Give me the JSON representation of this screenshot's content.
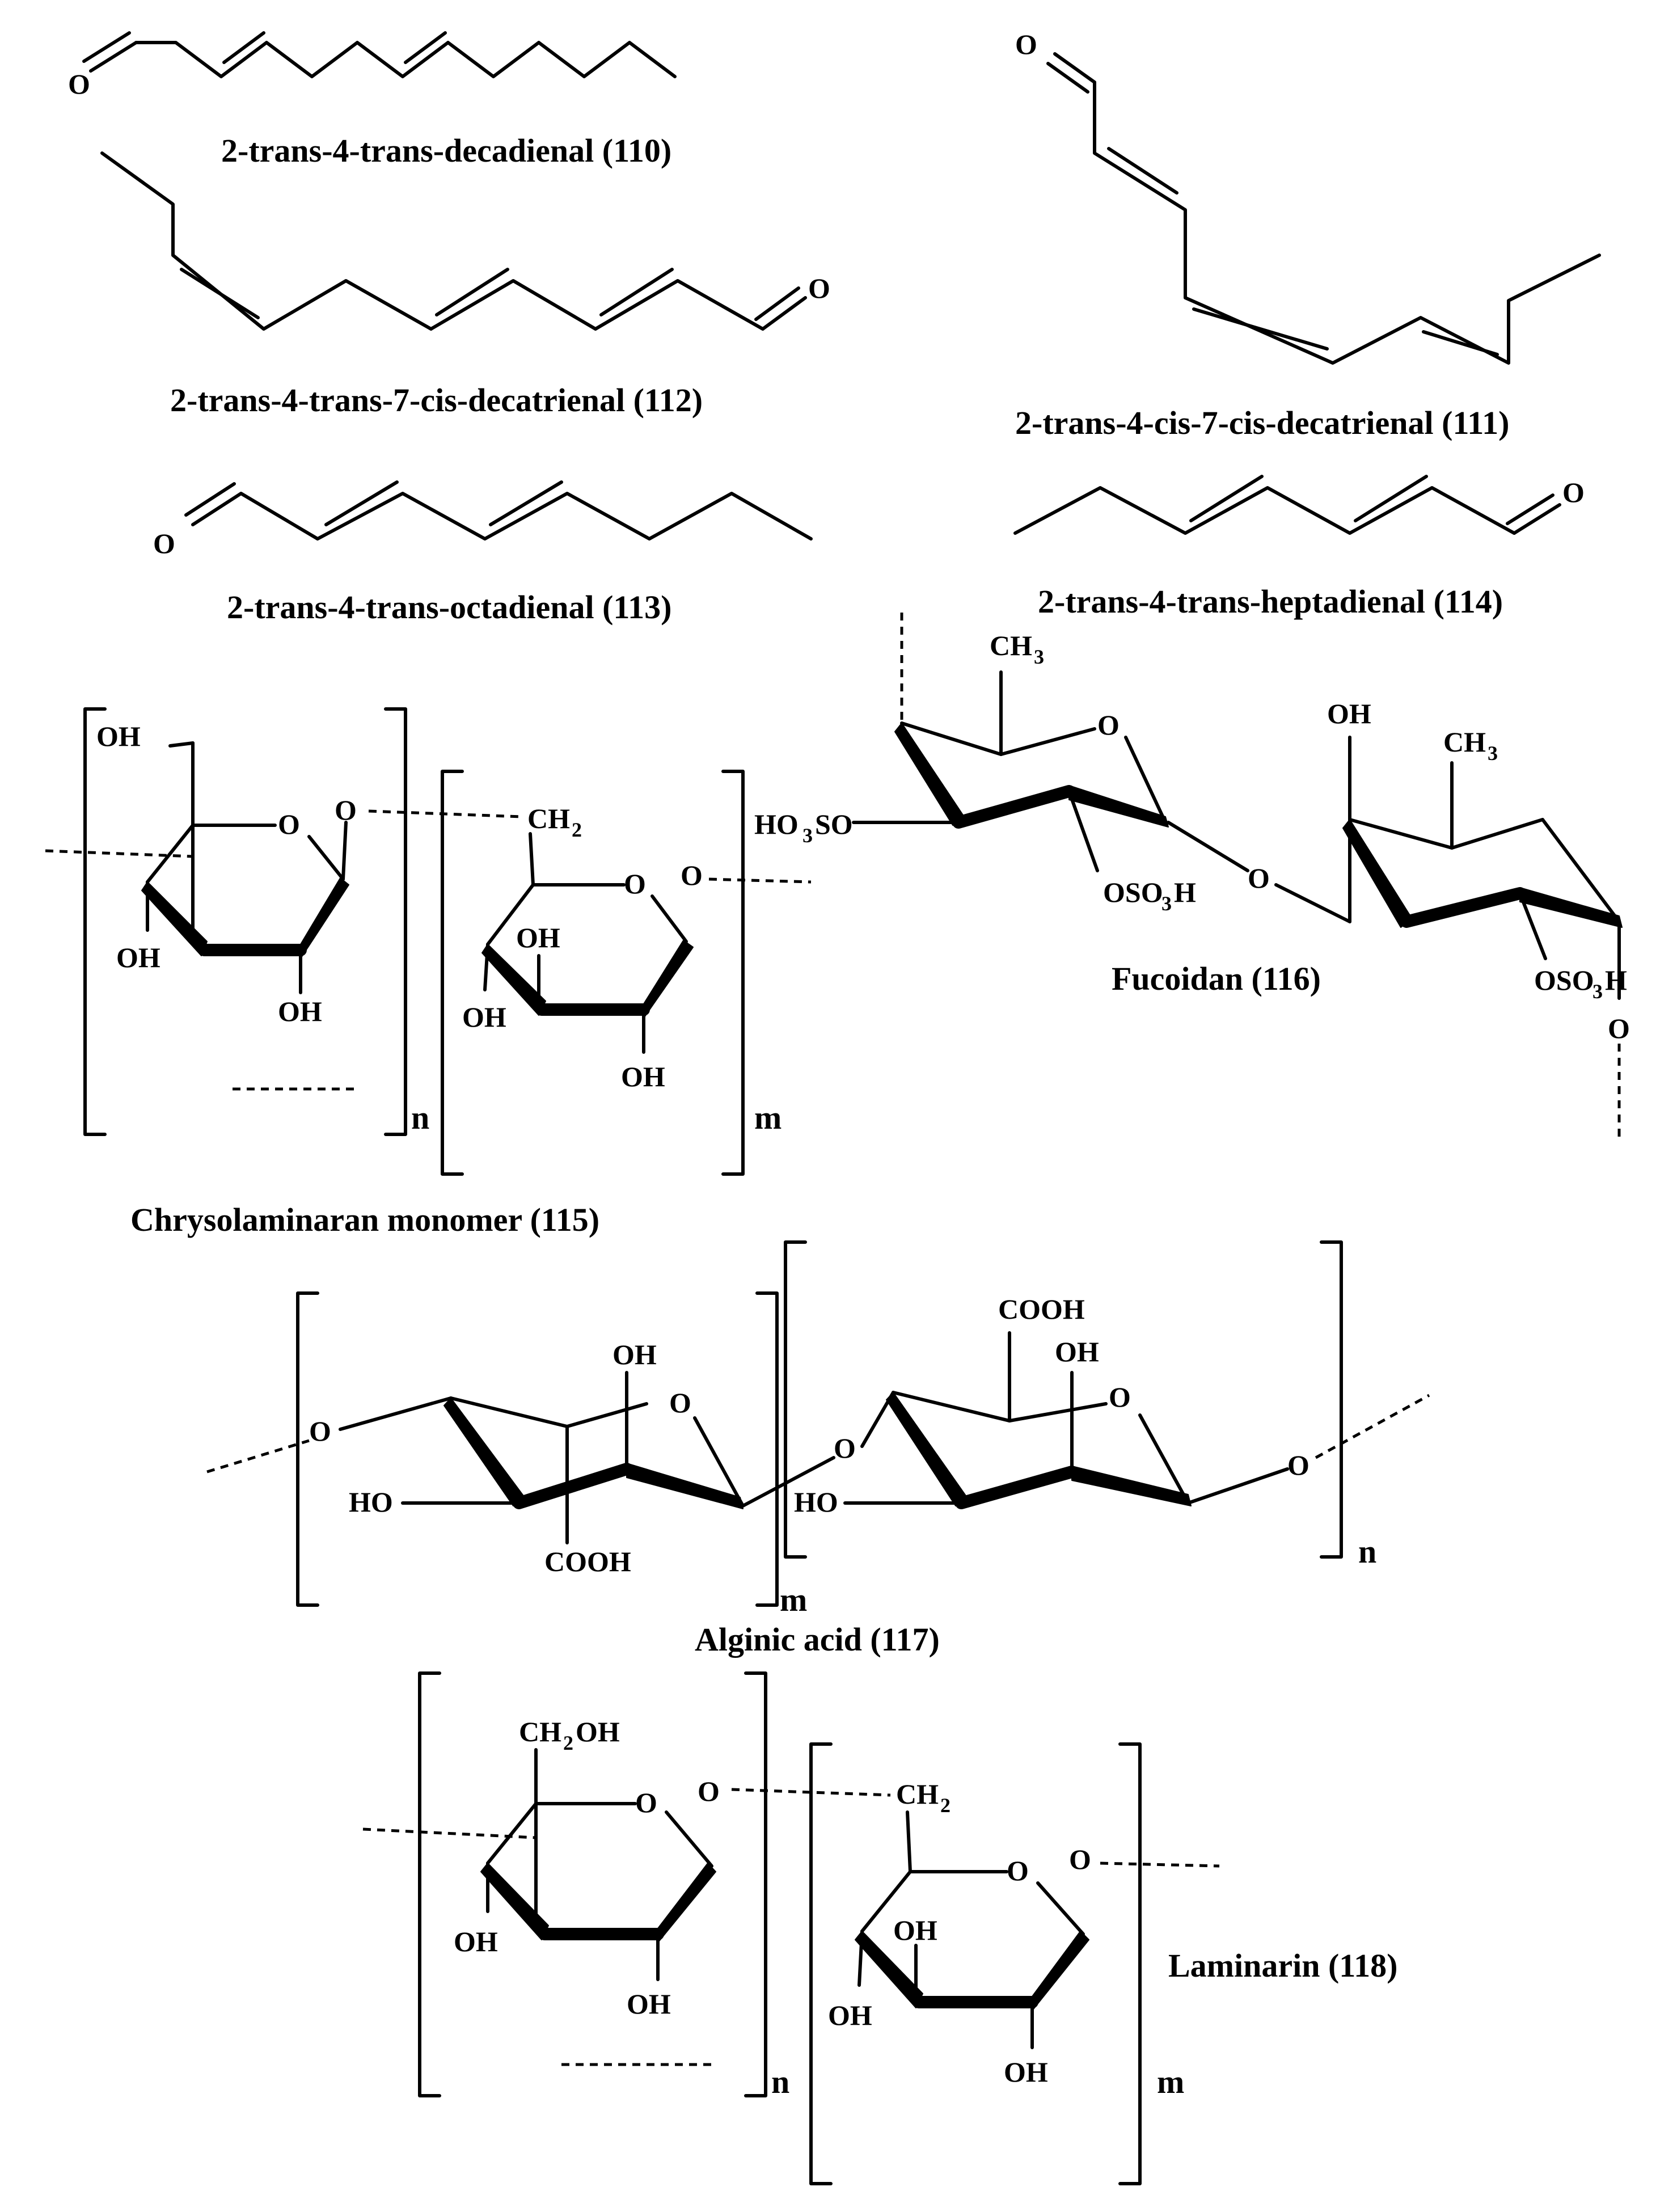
{
  "compounds": {
    "c110": "2-trans-4-trans-decadienal (110)",
    "c111": "2-trans-4-cis-7-cis-decatrienal (111)",
    "c112": "2-trans-4-trans-7-cis-decatrienal (112)",
    "c113": "2-trans-4-trans-octadienal (113)",
    "c114": "2-trans-4-trans-heptadienal (114)",
    "c115": "Chrysolaminaran monomer (115)",
    "c116": "Fucoidan (116)",
    "c117": "Alginic acid (117)",
    "c118": "Laminarin (118)"
  },
  "atoms": {
    "O": "O",
    "OH": "OH",
    "HO": "HO",
    "CH": "CH",
    "H": "H",
    "sub2": "2",
    "sub3": "3",
    "COOH": "COOH",
    "OSO": "OSO",
    "HO3SO_pre": "HO",
    "HO3SO_post": "SO",
    "CH2OH_pre": "CH",
    "CH2OH_post": "OH"
  },
  "repeat": {
    "n": "n",
    "m": "m"
  }
}
